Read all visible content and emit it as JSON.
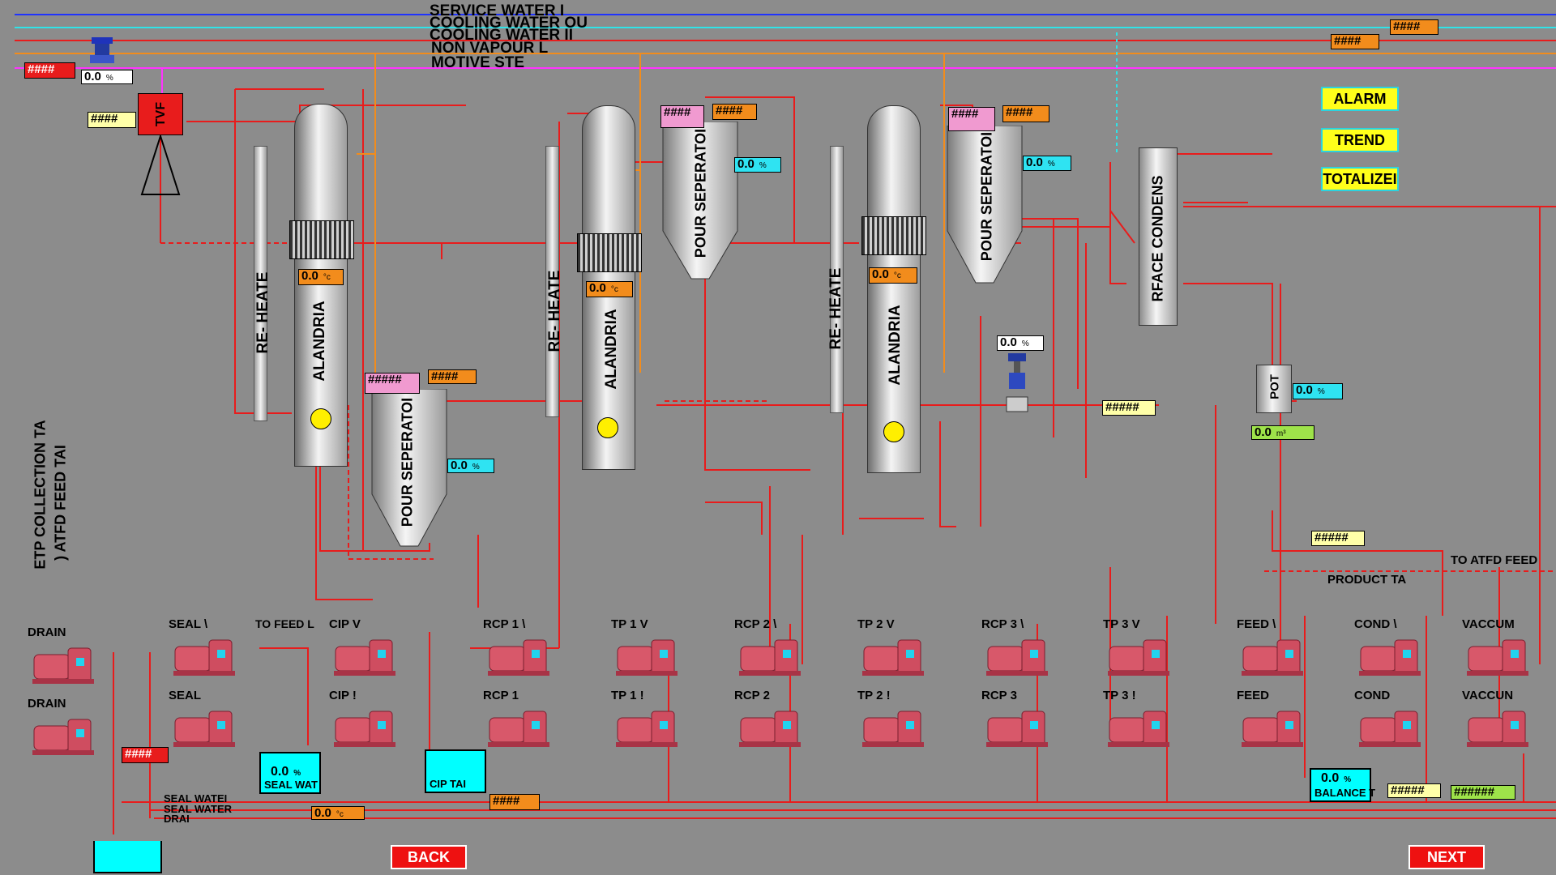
{
  "headers": {
    "service_water": "SERVICE WATER I",
    "cooling_water_out": "COOLING WATER OU",
    "cooling_water_in": "COOLING WATER II",
    "non_vapour": "NON VAPOUR L",
    "motive_steam": "MOTIVE STE"
  },
  "buttons": {
    "alarm": "ALARM",
    "trend": "TREND",
    "totalizer": "TOTALIZEI",
    "back": "BACK",
    "next": "NEXT"
  },
  "equipment": {
    "tvf": "TVF",
    "reheater": "RE- HEATE",
    "calandria": "ALANDRIA",
    "separator": "POUR SEPERATOI",
    "surface_condenser": "RFACE CONDENS",
    "pot": "POT",
    "etp_collection": "ETP COLLECTION TA",
    "atfd_feed": ") ATFD FEED TAI",
    "to_atfd_feed": "TO ATFD FEED",
    "product_tank": "PRODUCT TA",
    "to_feed": "TO FEED L"
  },
  "values": {
    "hash4": "####",
    "hash5": "#####",
    "hash6": "######",
    "pct": "0.0",
    "unit_pct": "%",
    "unit_c": "°c",
    "unit_m3": "m³"
  },
  "pumps": {
    "drain1": "DRAIN",
    "drain2": "DRAIN",
    "seal1": "SEAL \\",
    "seal2": "SEAL",
    "cip1": "CIP V",
    "cip2": "CIP !",
    "rcp1a": "RCP 1 \\",
    "rcp1b": "RCP 1",
    "tp1a": "TP 1 V",
    "tp1b": "TP 1 !",
    "rcp2a": "RCP 2 \\",
    "rcp2b": "RCP 2",
    "tp2a": "TP 2 V",
    "tp2b": "TP 2 !",
    "rcp3a": "RCP 3 \\",
    "rcp3b": "RCP 3",
    "tp3a": "TP 3 V",
    "tp3b": "TP 3 !",
    "feed1": "FEED \\",
    "feed2": "FEED",
    "cond1": "COND \\",
    "cond2": "COND",
    "vac1": "VACCUM",
    "vac2": "VACCUN"
  },
  "tanks": {
    "seal_water": "SEAL WAT",
    "cip_tank": "CIP TAI",
    "balance": "BALANCE T"
  },
  "bottom_lines": {
    "seal_water_in": "SEAL WATEI",
    "seal_water": "SEAL WATER",
    "drain": "DRAI"
  }
}
